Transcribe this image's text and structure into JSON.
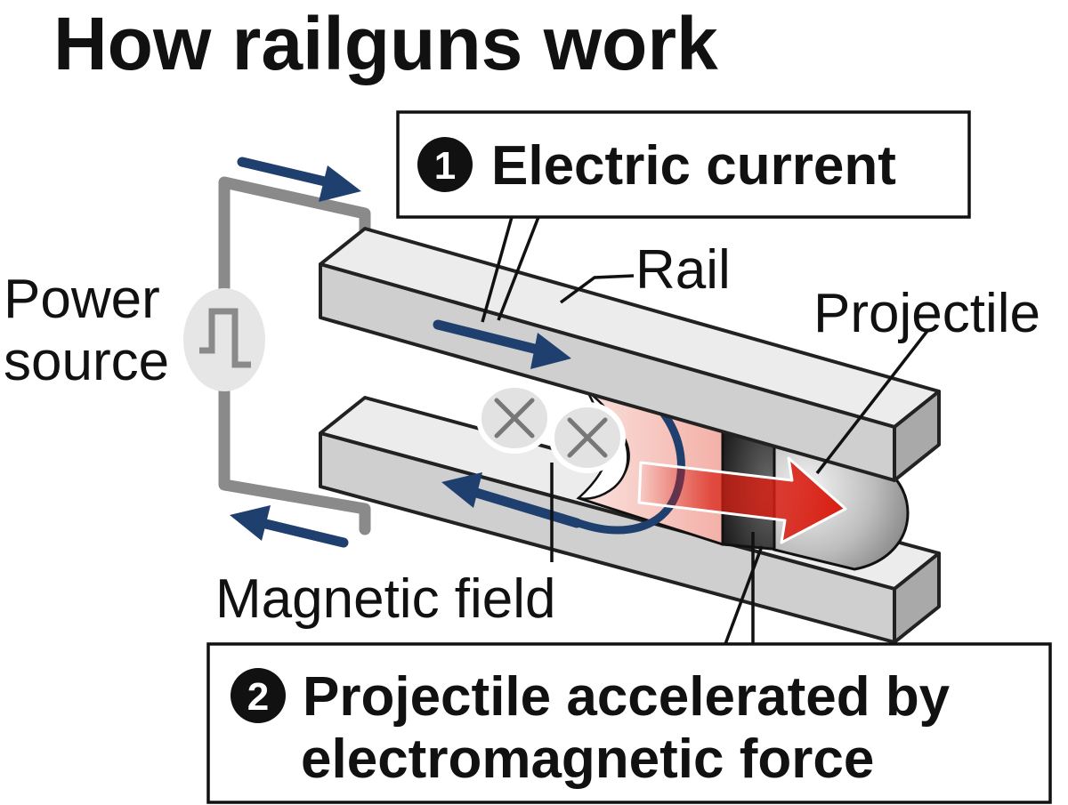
{
  "title": "How railguns work",
  "callouts": {
    "current": {
      "number": "1",
      "text": "Electric current"
    },
    "force": {
      "number": "2",
      "line1": "Projectile accelerated by",
      "line2": "electromagnetic force"
    }
  },
  "labels": {
    "rail": "Rail",
    "projectile": "Projectile",
    "power_line1": "Power",
    "power_line2": "source",
    "magnetic_field": "Magnetic field"
  },
  "colors": {
    "current_arrow": "#1f3f6e",
    "force_arrow": "#d91e12",
    "rail_top": "#ececec",
    "rail_front": "#cfcfcf",
    "rail_end": "#a9a9a9",
    "wire": "#8a8a8a",
    "armature": "#f6c4bd"
  },
  "icons": {
    "power_source": "square-pulse-icon",
    "field_symbol": "field-into-page-cross-icon",
    "callout_number": "black-circle-number-icon"
  }
}
